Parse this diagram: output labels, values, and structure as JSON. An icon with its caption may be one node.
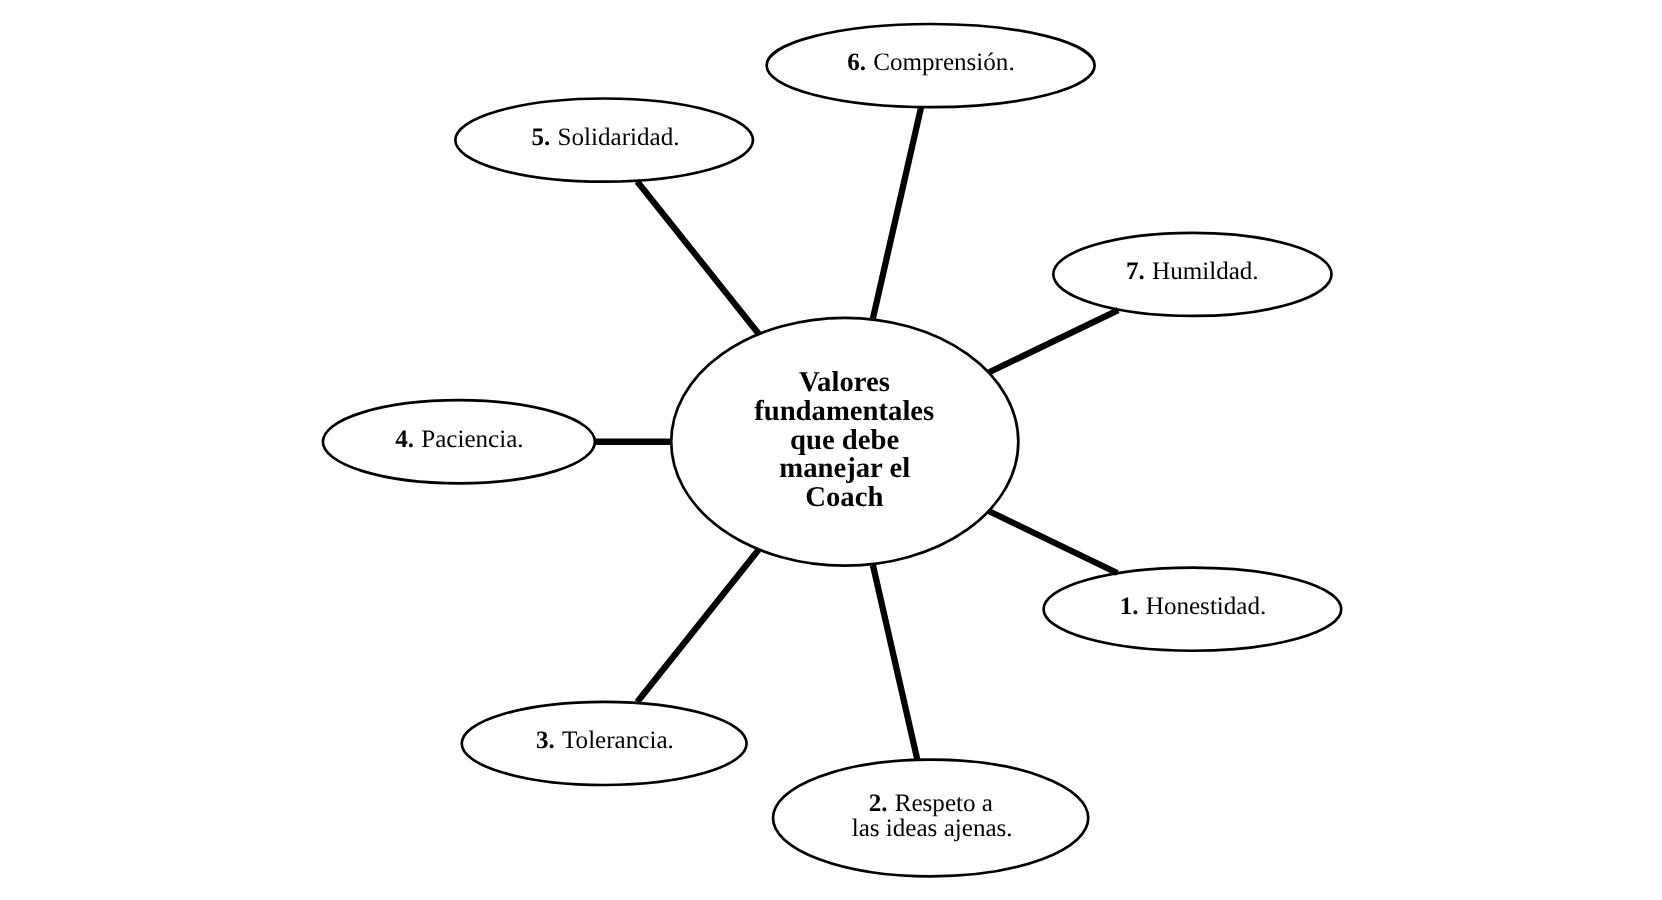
{
  "diagram": {
    "nodes": [
      {
        "text": [
          "Valores fundamentales que debe manejar el Coach"
        ]
      },
      {
        "text": [
          "**1.** Honestidad."
        ]
      },
      {
        "text": [
          "**2.** Respeto a las ideas ajenas."
        ]
      },
      {
        "text": [
          "**3.** Tolerancia."
        ]
      },
      {
        "text": [
          "**4.** Paciencia."
        ]
      },
      {
        "text": [
          "**5.** Solidaridad."
        ]
      },
      {
        "text": [
          "**6.** Comprensión."
        ]
      },
      {
        "text": [
          "**7.** Humildad."
        ]
      }
    ],
    "edges": [
      {
        "from": 0,
        "to": 1,
        "arrow": "none"
      },
      {
        "from": 0,
        "to": 2,
        "arrow": "none"
      },
      {
        "from": 0,
        "to": 3,
        "arrow": "none"
      },
      {
        "from": 0,
        "to": 4,
        "arrow": "none"
      },
      {
        "from": 0,
        "to": 5,
        "arrow": "none"
      },
      {
        "from": 0,
        "to": 6,
        "arrow": "none"
      },
      {
        "from": 0,
        "to": 7,
        "arrow": "none"
      }
    ]
  }
}
